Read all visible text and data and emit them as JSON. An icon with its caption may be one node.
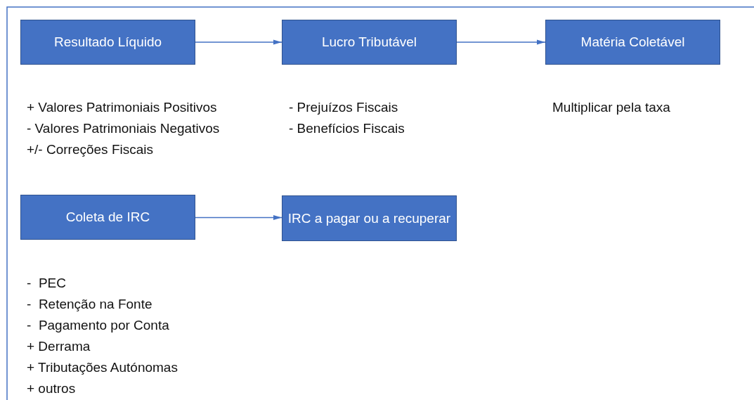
{
  "diagram": {
    "nodes": [
      {
        "text": [
          "Resultado Líquido"
        ]
      },
      {
        "text": [
          "Lucro Tributável"
        ]
      },
      {
        "text": [
          "Matéria Coletável"
        ]
      },
      {
        "text": [
          "Coleta de IRC"
        ]
      },
      {
        "text": [
          "IRC a pagar ou a recuperar"
        ]
      }
    ],
    "edges": [
      {
        "from": 0,
        "to": 1,
        "arrow": "to"
      },
      {
        "from": 1,
        "to": 2,
        "arrow": "to"
      },
      {
        "from": 3,
        "to": 4,
        "arrow": "to"
      }
    ],
    "labels": [
      "+ Valores Patrimoniais Positivos",
      "- Prejuízos Fiscais",
      "Multiplicar pela taxa",
      "- Valores Patrimoniais Negativos",
      "- Benefícios Fiscais",
      "+/- Correções Fiscais",
      "-  PEC",
      "-  Retenção na Fonte",
      "-  Pagamento por Conta",
      "+ Derrama",
      "+ Tributações Autónomas",
      "+ outros"
    ]
  }
}
